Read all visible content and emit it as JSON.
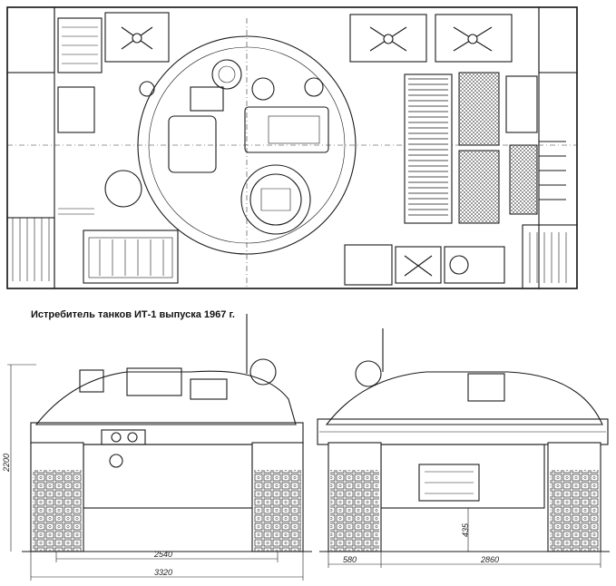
{
  "caption": "Истребитель танков ИТ-1 выпуска 1967 г.",
  "dimensions": {
    "height_total": "2200",
    "track_gauge": "2540",
    "overall_width": "3320",
    "track_width": "580",
    "hull_width": "2860",
    "ground_clearance": "435"
  },
  "views": [
    "top-view",
    "front-view",
    "rear-view"
  ]
}
